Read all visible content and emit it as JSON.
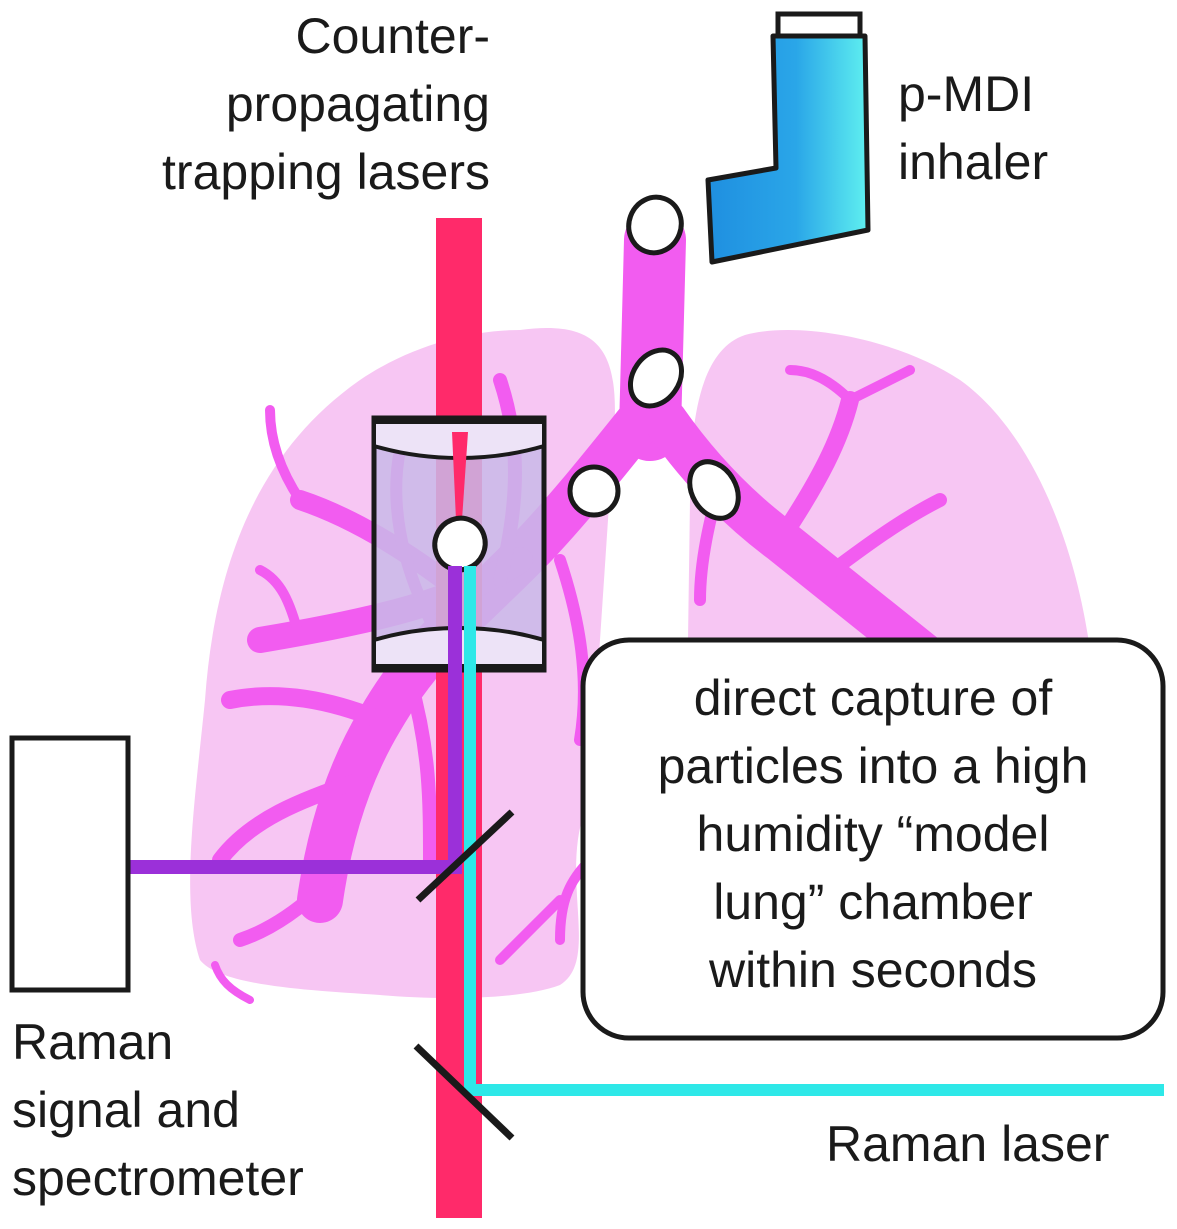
{
  "labels": {
    "trapping_lasers": [
      "Counter-",
      "propagating",
      "trapping lasers"
    ],
    "inhaler": [
      "p-MDI",
      "inhaler"
    ],
    "raman_signal": [
      "Raman",
      "signal and",
      "spectrometer"
    ],
    "raman_laser": "Raman laser",
    "capture_note": [
      "direct capture of",
      "particles into a high",
      "humidity “model",
      "lung” chamber",
      "within seconds"
    ]
  },
  "colors": {
    "trapping_laser": "#ff2a6a",
    "raman_laser": "#2ee8e8",
    "raman_signal": "#9b30d9",
    "lung_fill": "#f7c6f3",
    "bronchi": "#f25cf0",
    "inhaler_blue": "#1f8fe0",
    "inhaler_cyan": "#55e6f0",
    "chamber_fill": "#c9b8e8",
    "outline": "#1a1a1a"
  }
}
